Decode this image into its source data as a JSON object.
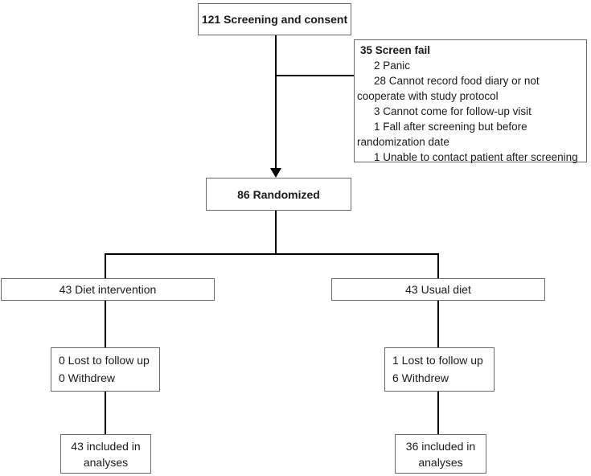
{
  "colors": {
    "box_border": "#6b6b6b",
    "line": "#000000",
    "background": "#ffffff",
    "text": "#1a1a1a"
  },
  "boxes": {
    "screening": {
      "label": "121 Screening and consent"
    },
    "screen_fail": {
      "title": "35 Screen fail",
      "lines": [
        "2 Panic",
        "28 Cannot record food diary or not",
        "cooperate with study protocol",
        "3 Cannot come for follow-up visit",
        "1 Fall after screening but before",
        "randomization date",
        "1 Unable to contact patient after screening"
      ]
    },
    "randomized": {
      "label": "86 Randomized"
    },
    "diet_intervention": {
      "label": "43 Diet intervention"
    },
    "usual_diet": {
      "label": "43 Usual diet"
    },
    "lost_left": {
      "line1": "0 Lost to follow up",
      "line2": "0 Withdrew"
    },
    "lost_right": {
      "line1": "1 Lost to follow up",
      "line2": "6 Withdrew"
    },
    "included_left": {
      "line1": "43 included in",
      "line2": "analyses"
    },
    "included_right": {
      "line1": "36 included in",
      "line2": "analyses"
    }
  }
}
